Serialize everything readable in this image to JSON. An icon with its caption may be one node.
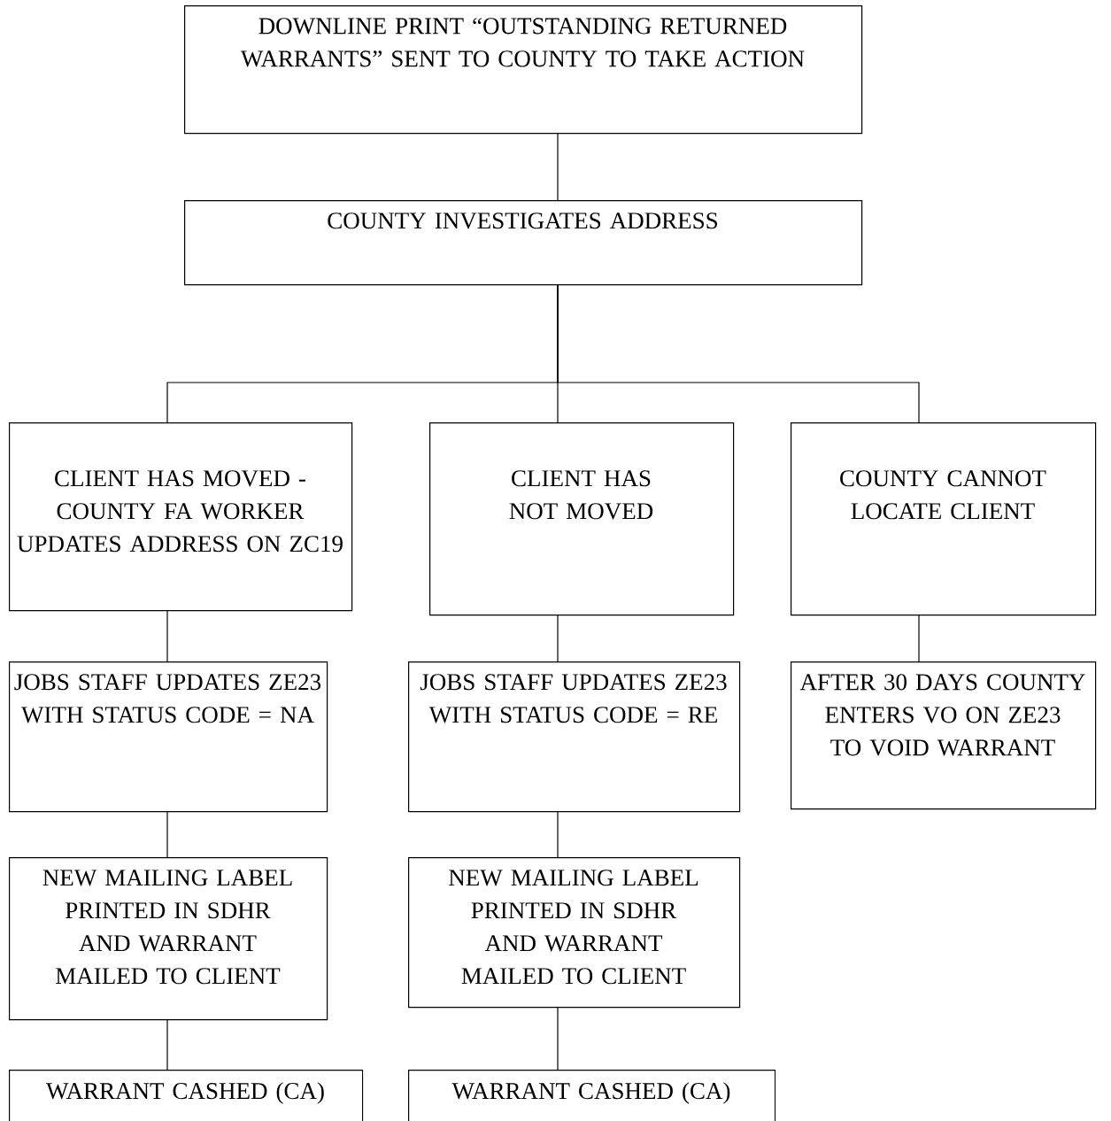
{
  "diagram": {
    "nodes": [
      {
        "text": [
          "DOWNLINE PRINT “OUTSTANDING RETURNED WARRANTS” SENT TO COUNTY TO TAKE ACTION"
        ]
      },
      {
        "text": [
          "COUNTY INVESTIGATES ADDRESS"
        ]
      },
      {
        "text": [
          "CLIENT HAS MOVED - COUNTY FA WORKER UPDATES ADDRESS ON ZC19"
        ]
      },
      {
        "text": [
          "CLIENT HAS NOT MOVED"
        ]
      },
      {
        "text": [
          "COUNTY CANNOT LOCATE CLIENT"
        ]
      },
      {
        "text": [
          "JOBS STAFF UPDATES ZE23 WITH STATUS CODE = NA"
        ]
      },
      {
        "text": [
          "JOBS STAFF UPDATES ZE23 WITH STATUS CODE = RE"
        ]
      },
      {
        "text": [
          "AFTER 30 DAYS COUNTY ENTERS VO ON ZE23 TO VOID WARRANT"
        ]
      },
      {
        "text": [
          "NEW MAILING LABEL PRINTED IN SDHR AND WARRANT MAILED TO CLIENT"
        ]
      },
      {
        "text": [
          "NEW MAILING LABEL PRINTED IN SDHR AND WARRANT MAILED TO CLIENT"
        ]
      },
      {
        "text": [
          "WARRANT CASHED (CA)"
        ]
      },
      {
        "text": [
          "WARRANT CASHED (CA)"
        ]
      }
    ],
    "edges": [
      {
        "from": 0,
        "to": 1,
        "arrow": "none"
      },
      {
        "from": 1,
        "to": 2,
        "arrow": "none"
      },
      {
        "from": 1,
        "to": 3,
        "arrow": "none"
      },
      {
        "from": 1,
        "to": 4,
        "arrow": "none"
      },
      {
        "from": 2,
        "to": 5,
        "arrow": "none"
      },
      {
        "from": 3,
        "to": 6,
        "arrow": "none"
      },
      {
        "from": 4,
        "to": 7,
        "arrow": "none"
      },
      {
        "from": 5,
        "to": 8,
        "arrow": "none"
      },
      {
        "from": 6,
        "to": 9,
        "arrow": "none"
      },
      {
        "from": 8,
        "to": 10,
        "arrow": "none"
      },
      {
        "from": 9,
        "to": 11,
        "arrow": "none"
      }
    ]
  }
}
